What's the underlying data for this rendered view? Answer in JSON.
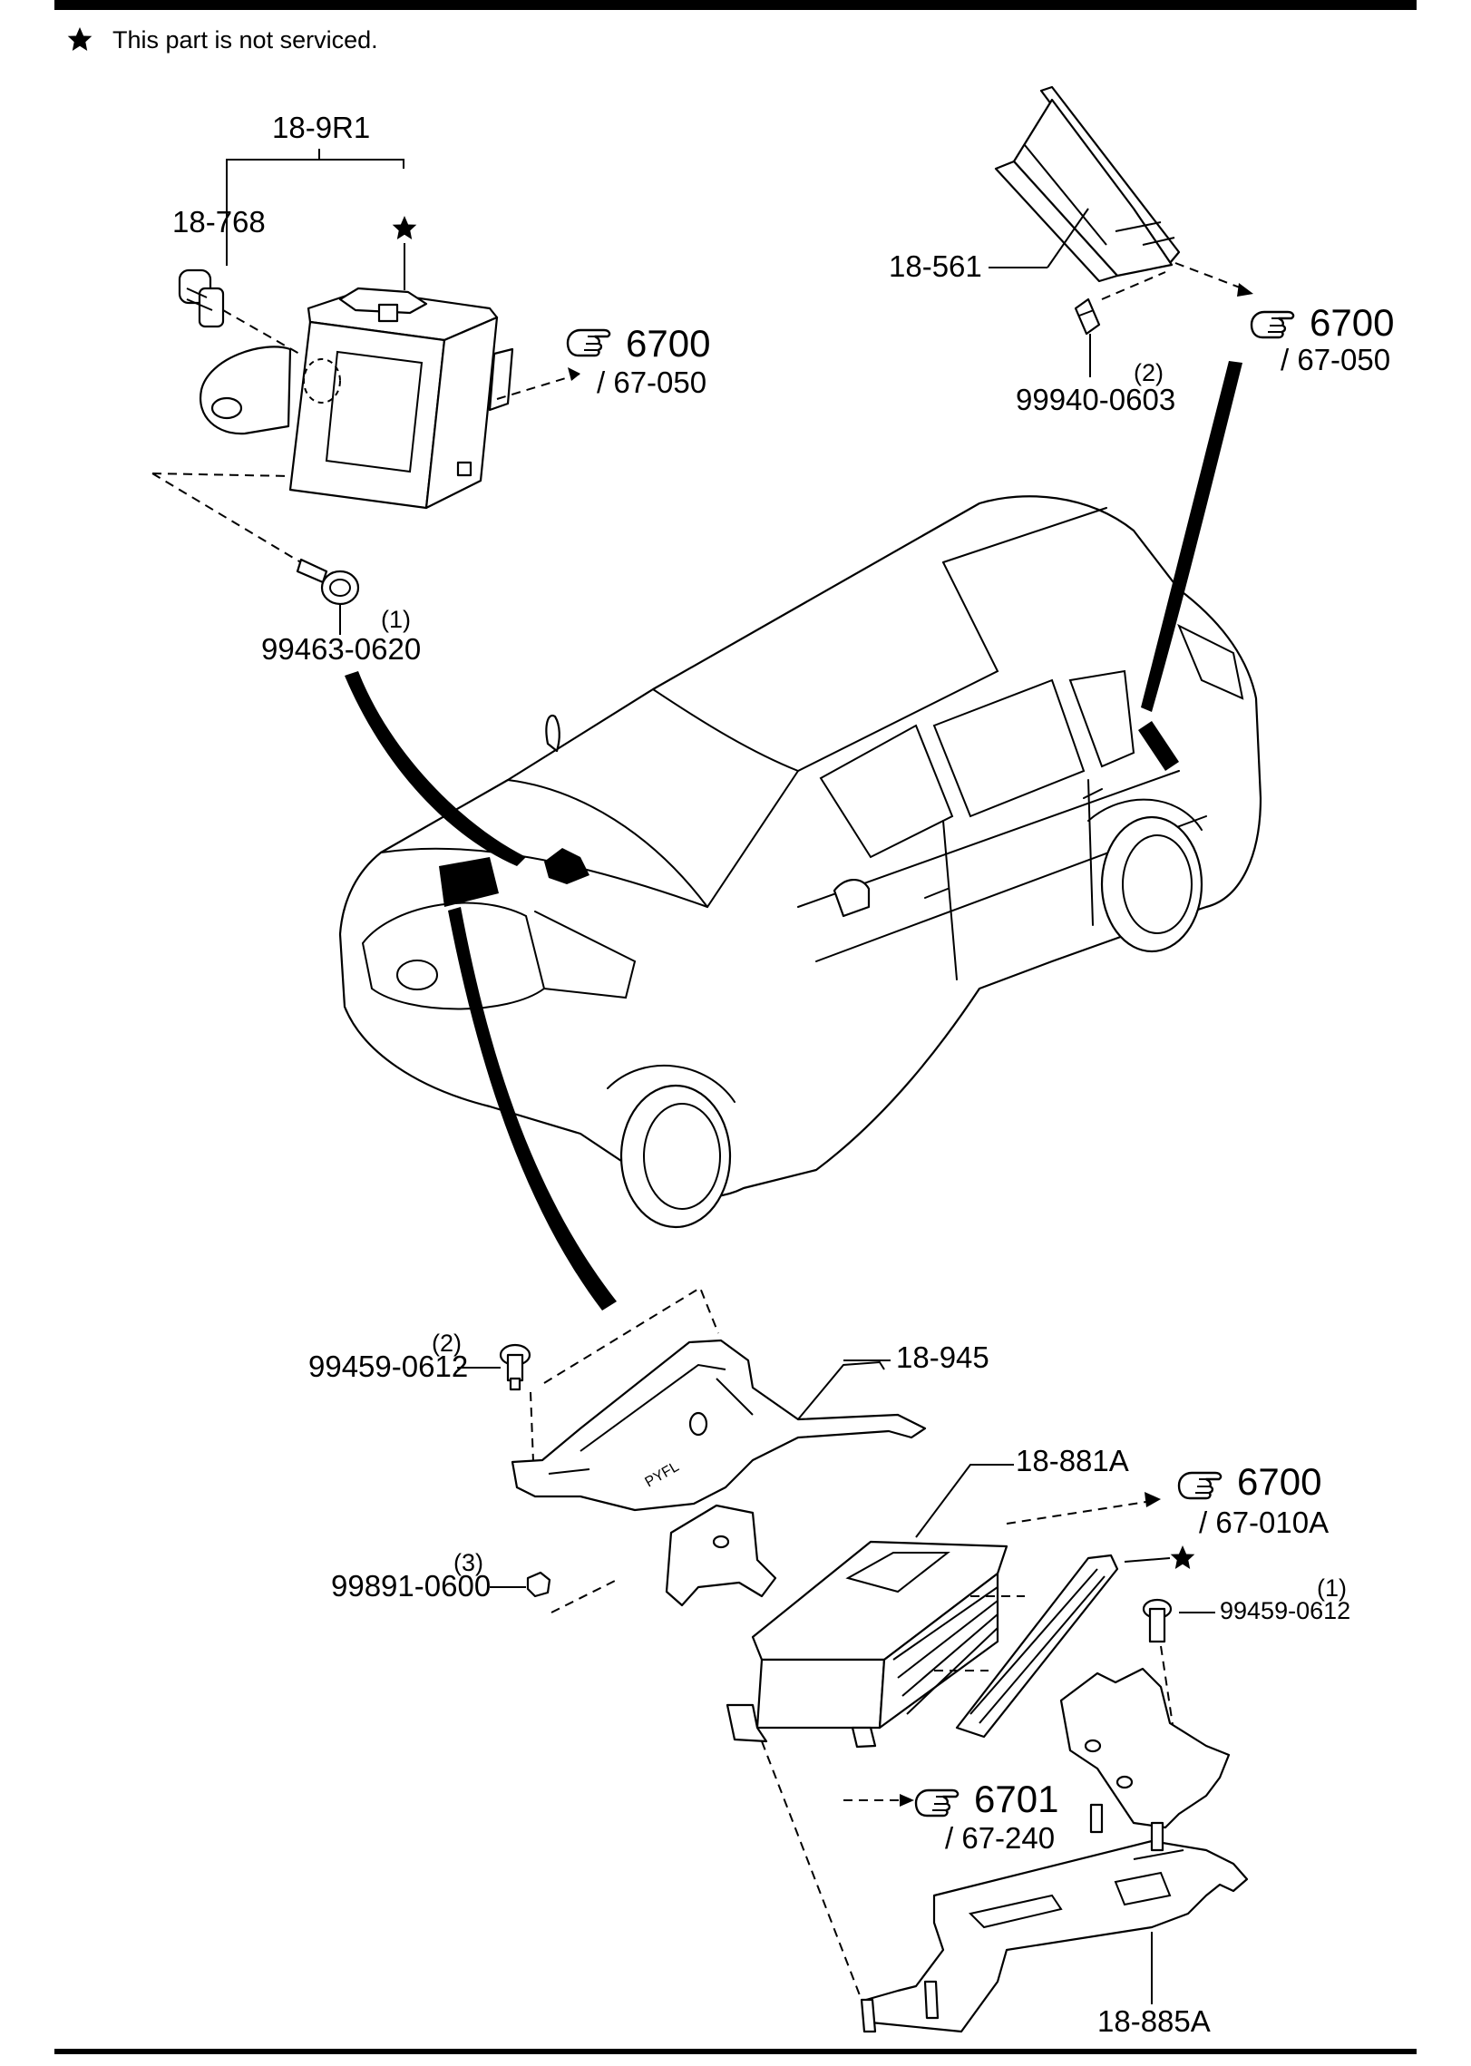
{
  "note": {
    "text": "This part is not serviced."
  },
  "parts": {
    "p18_9R1": "18-9R1",
    "p18_768": "18-768",
    "p99463": "99463-0620",
    "q99463": "(1)",
    "p18_561": "18-561",
    "p99940": "99940-0603",
    "q99940": "(2)",
    "p99459_a": "99459-0612",
    "q99459_a": "(2)",
    "p18_945": "18-945",
    "p18_881A": "18-881A",
    "p99891": "99891-0600",
    "q99891": "(3)",
    "p99459_b": "99459-0612",
    "q99459_b": "(1)",
    "p18_885A": "18-885A"
  },
  "refs": {
    "r1_num": "6700",
    "r1_page": "/ 67-050",
    "r2_num": "6700",
    "r2_page": "/ 67-050",
    "r3_num": "6700",
    "r3_page": "/ 67-010A",
    "r4_num": "6701",
    "r4_page": "/ 67-240"
  },
  "icons": {
    "star": "star-icon",
    "pointing": "pointing-hand-icon"
  }
}
